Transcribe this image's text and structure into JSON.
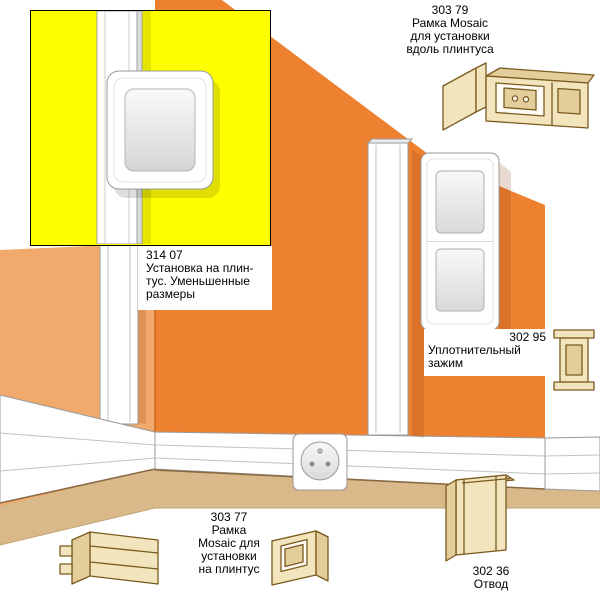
{
  "colors": {
    "wall_main": "#ee8130",
    "wall_left": "#f2a96c",
    "corner_line": "#c9671d",
    "floor": "#d9b88a",
    "floor_edge": "#8a6a42",
    "inset_bg": "#ffff00",
    "duct_outline": "#9a9a9a",
    "illo_fill": "#f2e4bd",
    "illo_shade": "#e2cd9b",
    "illo_stroke": "#7a5a1e",
    "text": "#000000"
  },
  "callouts": {
    "c31407": {
      "code": "314 07",
      "lines": [
        "Установка на плин-",
        "тус. Уменьшенные",
        "размеры"
      ]
    },
    "c30379": {
      "code": "303 79",
      "lines": [
        "Рамка Mosaic",
        "для установки",
        "вдоль плинтуса"
      ]
    },
    "c30295": {
      "code": "302 95",
      "lines": [
        "Уплотнительный",
        "зажим"
      ]
    },
    "c30377": {
      "code": "303 77",
      "lines": [
        "Рамка",
        "Mosaic для",
        "установки",
        "на плинтус"
      ]
    },
    "c30236": {
      "code": "302 36",
      "lines": [
        "Отвод"
      ]
    }
  },
  "illustrations": {
    "i30379": "surface-box-frame-3d",
    "i30295": "sealing-clamp-plate",
    "i30377": "mosaic-frame-3d",
    "i30236": "branch-duct-3d",
    "endcap": "skirting-end-cap-3d"
  }
}
